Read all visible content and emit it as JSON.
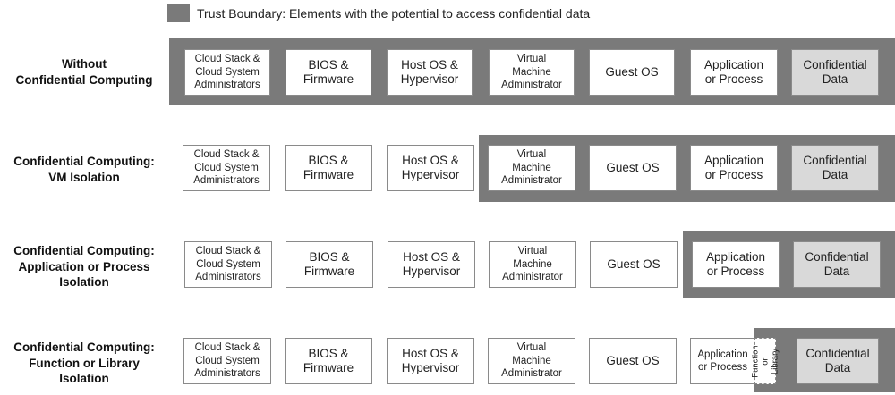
{
  "legend": {
    "text": "Trust Boundary: Elements with the potential to access confidential data",
    "swatch_color": "#7a7a7a"
  },
  "components": {
    "cloud_admin": "Cloud Stack &\nCloud System\nAdministrators",
    "bios": "BIOS &\nFirmware",
    "host_os": "Host OS &\nHypervisor",
    "vm_admin": "Virtual\nMachine\nAdministrator",
    "guest_os": "Guest OS",
    "application": "Application\nor Process",
    "confidential_data": "Confidential\nData",
    "function_library": "Function\nor Library"
  },
  "rows": [
    {
      "label": "Without\nConfidential Computing",
      "trust_boundary_starts_at": "Cloud Stack & Cloud System Administrators"
    },
    {
      "label": "Confidential Computing:\nVM Isolation",
      "trust_boundary_starts_at": "Virtual Machine Administrator"
    },
    {
      "label": "Confidential Computing:\nApplication or Process\nIsolation",
      "trust_boundary_starts_at": "Application or Process"
    },
    {
      "label": "Confidential Computing:\nFunction or Library\nIsolation",
      "trust_boundary_starts_at": "Function or Library"
    }
  ],
  "colors": {
    "trust_boundary": "#7a7a7a",
    "confidential_data_fill": "#d9d9d9",
    "box_border": "#8a8a8a"
  }
}
